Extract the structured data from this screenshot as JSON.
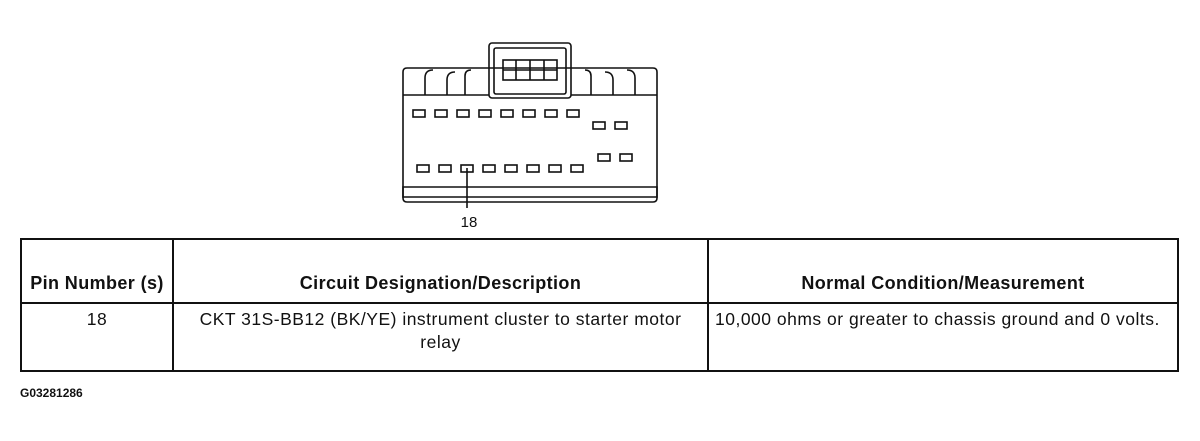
{
  "diagram": {
    "pin_callout": "18"
  },
  "table": {
    "headers": [
      "Pin Number (s)",
      "Circuit Designation/Description",
      "Normal Condition/Measurement"
    ],
    "rows": [
      {
        "pin": "18",
        "description": "CKT 31S-BB12 (BK/YE) instrument cluster to starter motor relay",
        "measurement": "10,000 ohms or greater to chassis ground and 0 volts."
      }
    ]
  },
  "figure_code": "G03281286"
}
